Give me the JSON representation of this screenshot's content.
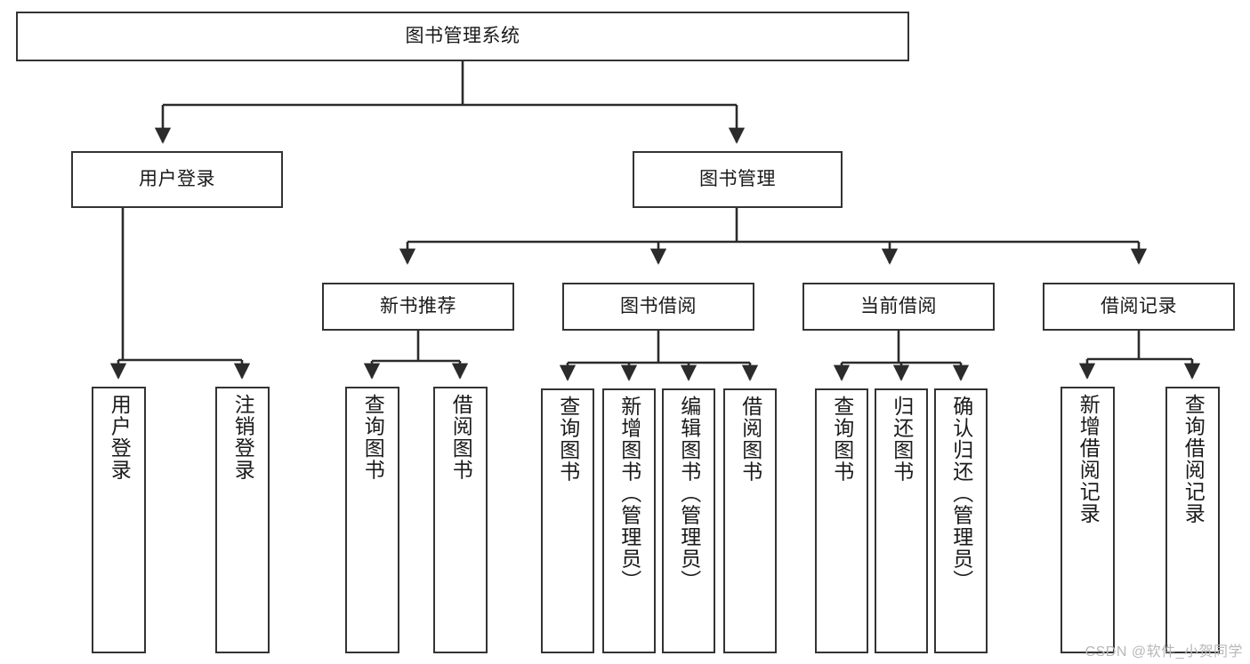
{
  "diagram": {
    "title": "图书管理系统",
    "type": "tree-hierarchy-chart",
    "watermark": "CSDN @软件_小贺同学",
    "colors": {
      "stroke": "#333333",
      "fill": "#ffffff",
      "text": "#1a1a1a",
      "watermark": "#b8b8b8"
    },
    "nodes": {
      "root": {
        "label": "图书管理系统"
      },
      "level2": [
        {
          "label": "用户登录"
        },
        {
          "label": "图书管理"
        }
      ],
      "level3": [
        {
          "label": "新书推荐"
        },
        {
          "label": "图书借阅"
        },
        {
          "label": "当前借阅"
        },
        {
          "label": "借阅记录"
        }
      ],
      "leaves_user_login": [
        {
          "label": "用户登录"
        },
        {
          "label": "注销登录"
        }
      ],
      "leaves_new_book": [
        {
          "label": "查询图书"
        },
        {
          "label": "借阅图书"
        }
      ],
      "leaves_borrow": [
        {
          "label": "查询图书"
        },
        {
          "label": "新增图书（管理员）"
        },
        {
          "label": "编辑图书（管理员）"
        },
        {
          "label": "借阅图书"
        }
      ],
      "leaves_current": [
        {
          "label": "查询图书"
        },
        {
          "label": "归还图书"
        },
        {
          "label": "确认归还（管理员）"
        }
      ],
      "leaves_record": [
        {
          "label": "新增借阅记录"
        },
        {
          "label": "查询借阅记录"
        }
      ]
    }
  }
}
